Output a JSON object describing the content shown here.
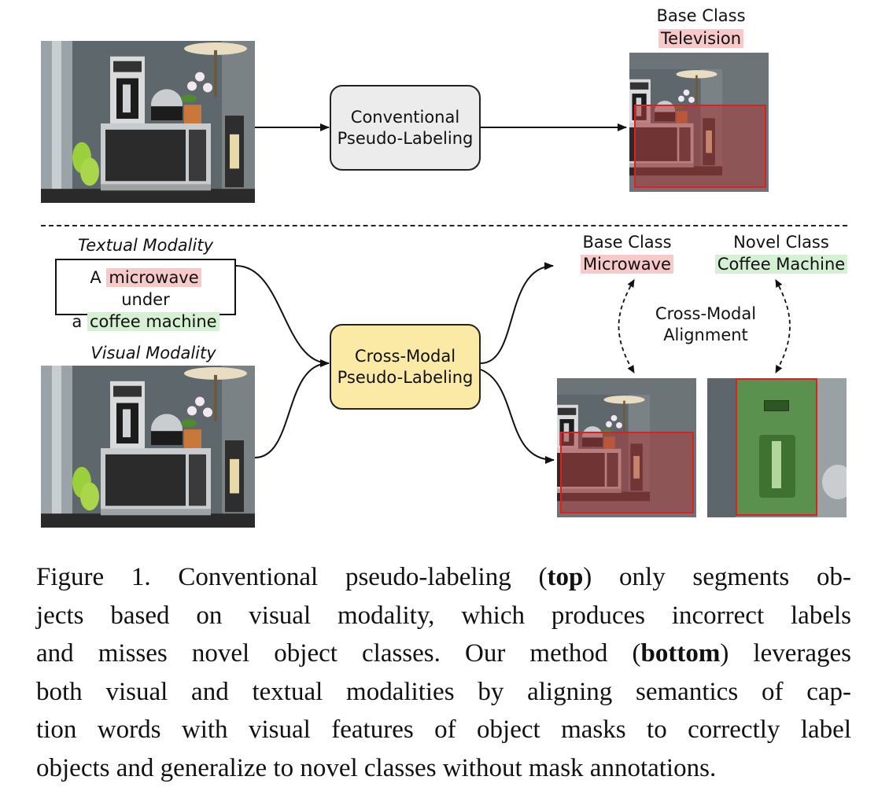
{
  "top": {
    "process_label_line1": "Conventional",
    "process_label_line2": "Pseudo-Labeling",
    "output_header": "Base Class",
    "output_class": "Television"
  },
  "bottom": {
    "textual_modality_label": "Textual Modality",
    "caption_words": {
      "w1": "A",
      "w2": "microwave",
      "w3": "under",
      "w4": "a",
      "w5": "coffee machine"
    },
    "visual_modality_label": "Visual Modality",
    "process_label_line1": "Cross-Modal",
    "process_label_line2": "Pseudo-Labeling",
    "base_header": "Base Class",
    "base_class": "Microwave",
    "novel_header": "Novel Class",
    "novel_class": "Coffee Machine",
    "alignment_line1": "Cross-Modal",
    "alignment_line2": "Alignment"
  },
  "figure_caption": {
    "l1a": "Figure 1.  Conventional pseudo-labeling (",
    "l1b": "top",
    "l1c": ") only segments ob-",
    "l2": "jects based on visual modality, which produces incorrect labels",
    "l3a": "and misses novel object classes. Our method (",
    "l3b": "bottom",
    "l3c": ") leverages",
    "l4": "both visual and textual modalities by aligning semantics of cap-",
    "l5": "tion words with visual features of object masks to correctly label",
    "l6": "objects and generalize to novel classes without mask annotations."
  },
  "colors": {
    "base_highlight": "#f7c9c9",
    "novel_highlight": "#d5f0d2",
    "conventional_box": "#ececec",
    "cross_modal_box": "#fbe9a6",
    "mask_red": "#e02020",
    "mask_green": "#3a8a2a"
  }
}
